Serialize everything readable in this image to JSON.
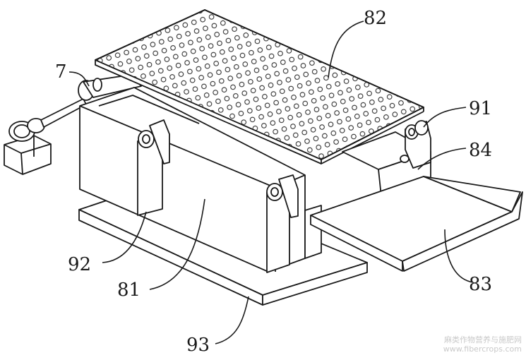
{
  "labels": {
    "l7": "7",
    "l81": "81",
    "l82": "82",
    "l83": "83",
    "l84": "84",
    "l91": "91",
    "l92": "92",
    "l93": "93"
  },
  "watermark": {
    "line1": "麻类作物营养与施肥网",
    "line2": "www.fibercrops.com"
  },
  "colors": {
    "stroke": "#1a1a1a",
    "fill": "#ffffff",
    "watermark": "#c9c9c9"
  }
}
